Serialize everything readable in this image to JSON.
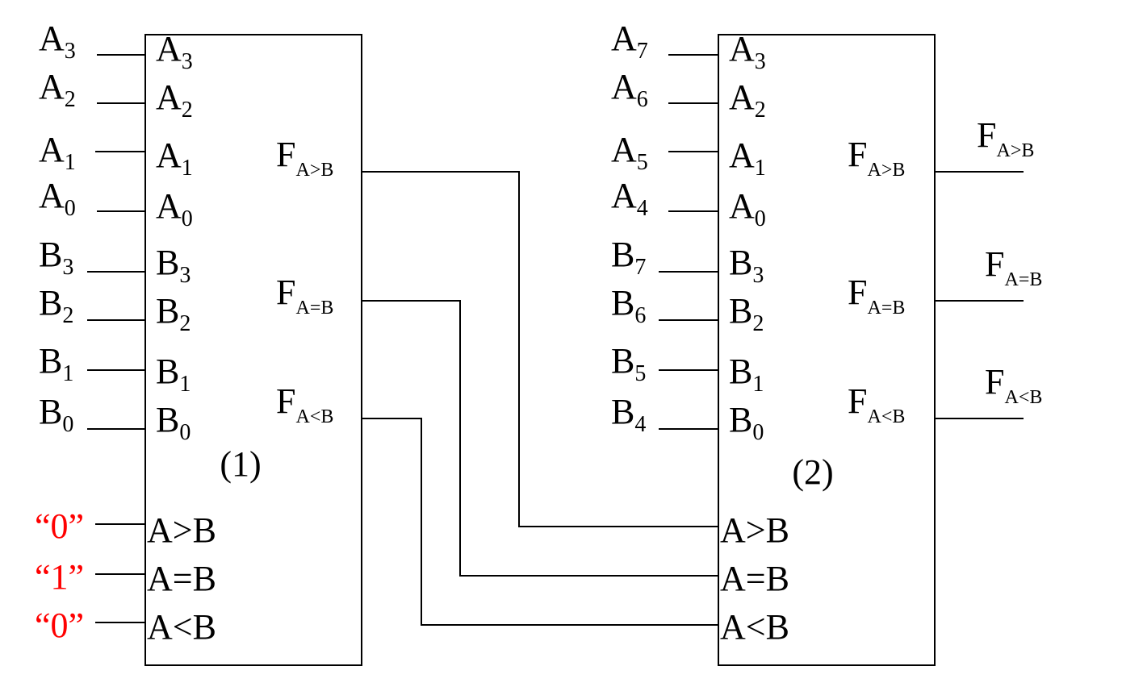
{
  "colors": {
    "line": "#000000",
    "text": "#000000",
    "constant": "#ff0000"
  },
  "left_chip": {
    "caption": "(1)",
    "external_inputs": [
      {
        "letter": "A",
        "index": "3"
      },
      {
        "letter": "A",
        "index": "2"
      },
      {
        "letter": "A",
        "index": "1"
      },
      {
        "letter": "A",
        "index": "0"
      },
      {
        "letter": "B",
        "index": "3"
      },
      {
        "letter": "B",
        "index": "2"
      },
      {
        "letter": "B",
        "index": "1"
      },
      {
        "letter": "B",
        "index": "0"
      }
    ],
    "pins": [
      {
        "letter": "A",
        "index": "3"
      },
      {
        "letter": "A",
        "index": "2"
      },
      {
        "letter": "A",
        "index": "1"
      },
      {
        "letter": "A",
        "index": "0"
      },
      {
        "letter": "B",
        "index": "3"
      },
      {
        "letter": "B",
        "index": "2"
      },
      {
        "letter": "B",
        "index": "1"
      },
      {
        "letter": "B",
        "index": "0"
      }
    ],
    "cascade_inputs": [
      {
        "label": "A>B",
        "constant": "“0”"
      },
      {
        "label": "A=B",
        "constant": "“1”"
      },
      {
        "label": "A<B",
        "constant": "“0”"
      }
    ],
    "outputs": [
      {
        "letter": "F",
        "sub": "A>B"
      },
      {
        "letter": "F",
        "sub": "A=B"
      },
      {
        "letter": "F",
        "sub": "A<B"
      }
    ]
  },
  "right_chip": {
    "caption": "(2)",
    "external_inputs": [
      {
        "letter": "A",
        "index": "7"
      },
      {
        "letter": "A",
        "index": "6"
      },
      {
        "letter": "A",
        "index": "5"
      },
      {
        "letter": "A",
        "index": "4"
      },
      {
        "letter": "B",
        "index": "7"
      },
      {
        "letter": "B",
        "index": "6"
      },
      {
        "letter": "B",
        "index": "5"
      },
      {
        "letter": "B",
        "index": "4"
      }
    ],
    "pins": [
      {
        "letter": "A",
        "index": "3"
      },
      {
        "letter": "A",
        "index": "2"
      },
      {
        "letter": "A",
        "index": "1"
      },
      {
        "letter": "A",
        "index": "0"
      },
      {
        "letter": "B",
        "index": "3"
      },
      {
        "letter": "B",
        "index": "2"
      },
      {
        "letter": "B",
        "index": "1"
      },
      {
        "letter": "B",
        "index": "0"
      }
    ],
    "cascade_inputs": [
      {
        "label": "A>B"
      },
      {
        "label": "A=B"
      },
      {
        "label": "A<B"
      }
    ],
    "outputs": [
      {
        "letter": "F",
        "sub": "A>B"
      },
      {
        "letter": "F",
        "sub": "A=B"
      },
      {
        "letter": "F",
        "sub": "A<B"
      }
    ],
    "final_outputs": [
      {
        "letter": "F",
        "sub": "A>B"
      },
      {
        "letter": "F",
        "sub": "A=B"
      },
      {
        "letter": "F",
        "sub": "A<B"
      }
    ]
  }
}
